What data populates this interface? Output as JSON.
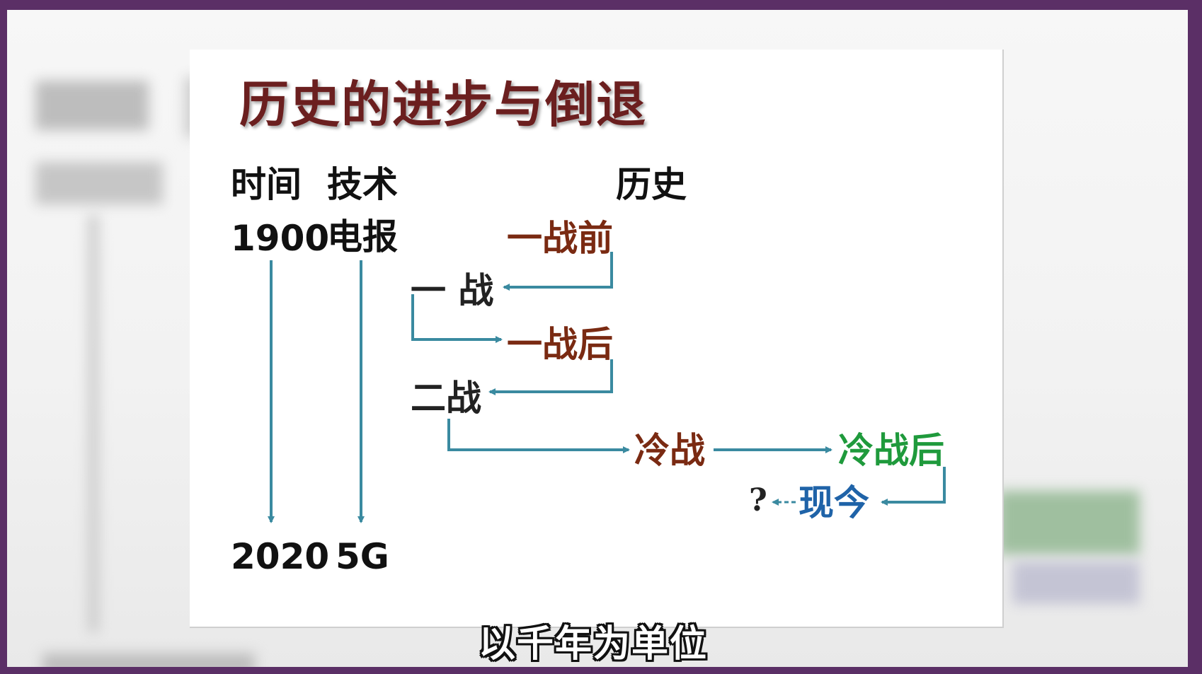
{
  "slide": {
    "title": "历史的进步与倒退",
    "headers": {
      "time": "时间",
      "tech": "技术",
      "history": "历史"
    },
    "time_start": "1900",
    "time_end": "2020",
    "tech_start": "电报",
    "tech_end": "5G",
    "history_nodes": {
      "pre_ww1": "一战前",
      "ww1": "一 战",
      "post_ww1": "一战后",
      "ww2": "二战",
      "cold_war": "冷战",
      "post_cold_war": "冷战后",
      "present": "现今",
      "question": "?"
    }
  },
  "subtitle": "以千年为单位",
  "colors": {
    "arrow": "#3a8aa0",
    "title": "#6b1f1f",
    "brown_node": "#7a2a12",
    "green_node": "#1f9a3c",
    "blue_node": "#1f63a8"
  }
}
